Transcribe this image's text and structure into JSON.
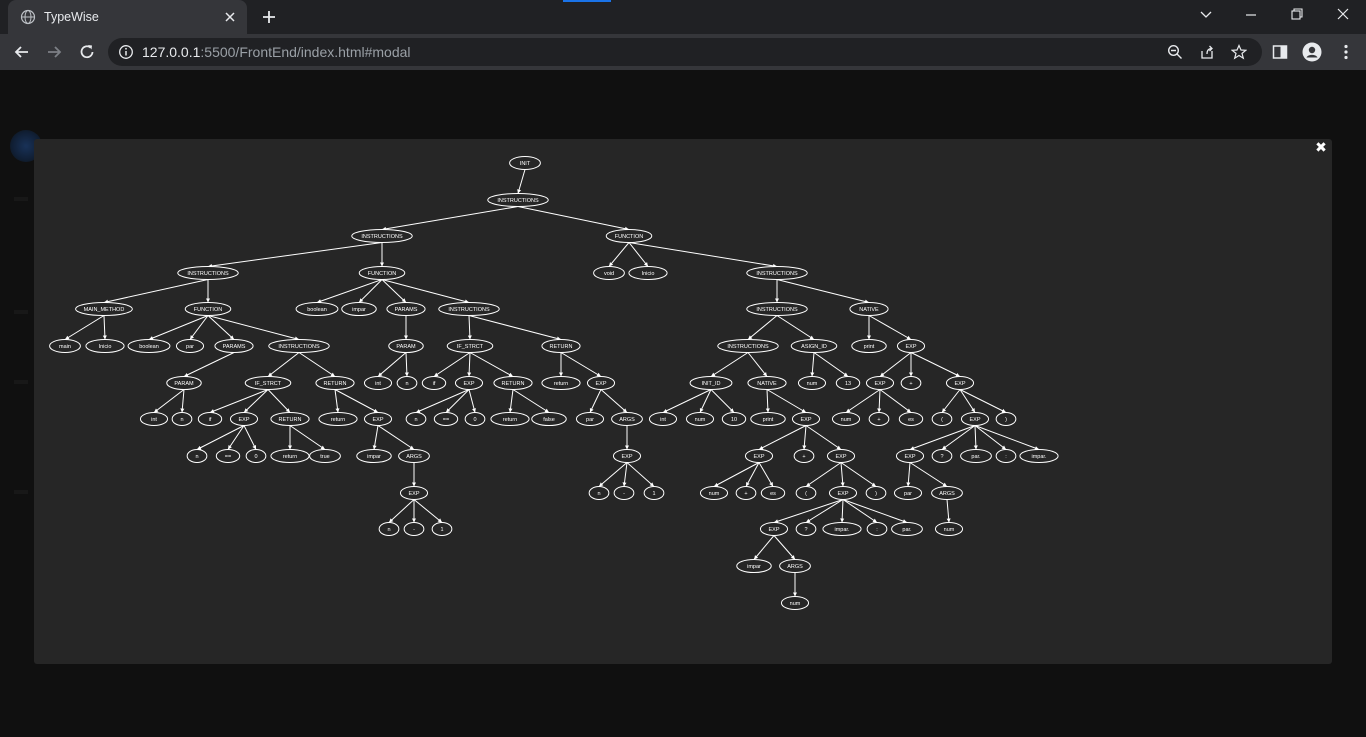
{
  "tab": {
    "title": "TypeWise",
    "favicon": "globe-icon",
    "close_icon": "close-icon"
  },
  "toolbar": {
    "url_host": "127.0.0.1",
    "url_rest": ":5500/FrontEnd/index.html#modal",
    "icons": [
      "back-arrow-icon",
      "forward-arrow-icon",
      "reload-icon",
      "info-icon",
      "zoom-icon",
      "share-icon",
      "star-icon",
      "side-panel-icon",
      "profile-icon",
      "kebab-menu-icon"
    ]
  },
  "window_controls": [
    "chevron-down-icon",
    "minimize-icon",
    "restore-icon",
    "close-icon"
  ],
  "modal": {
    "close_label": "✖"
  },
  "tree": {
    "type": "ast",
    "nodes": [
      {
        "id": 0,
        "label": "INIT",
        "parent": null
      },
      {
        "id": 1,
        "label": "INSTRUCTIONS",
        "parent": 0
      },
      {
        "id": 2,
        "label": "INSTRUCTIONS",
        "parent": 1
      },
      {
        "id": 3,
        "label": "FUNCTION",
        "parent": 1
      },
      {
        "id": 4,
        "label": "INSTRUCTIONS",
        "parent": 2
      },
      {
        "id": 5,
        "label": "FUNCTION",
        "parent": 2
      },
      {
        "id": 6,
        "label": "void",
        "parent": 3
      },
      {
        "id": 7,
        "label": "Inicio",
        "parent": 3
      },
      {
        "id": 8,
        "label": "INSTRUCTIONS",
        "parent": 3
      },
      {
        "id": 9,
        "label": "MAIN_METHOD",
        "parent": 4
      },
      {
        "id": 10,
        "label": "FUNCTION",
        "parent": 4
      },
      {
        "id": 11,
        "label": "main",
        "parent": 9
      },
      {
        "id": 12,
        "label": "Inicio",
        "parent": 9
      },
      {
        "id": 13,
        "label": "boolean",
        "parent": 10
      },
      {
        "id": 14,
        "label": "par",
        "parent": 10
      },
      {
        "id": 15,
        "label": "PARAMS",
        "parent": 10
      },
      {
        "id": 16,
        "label": "INSTRUCTIONS",
        "parent": 10
      },
      {
        "id": 17,
        "label": "PARAM",
        "parent": 15
      },
      {
        "id": 18,
        "label": "int",
        "parent": 17
      },
      {
        "id": 19,
        "label": "n",
        "parent": 17
      },
      {
        "id": 20,
        "label": "IF_STRCT",
        "parent": 16
      },
      {
        "id": 21,
        "label": "RETURN",
        "parent": 16
      },
      {
        "id": 22,
        "label": "if",
        "parent": 20
      },
      {
        "id": 23,
        "label": "EXP",
        "parent": 20
      },
      {
        "id": 24,
        "label": "RETURN",
        "parent": 20
      },
      {
        "id": 25,
        "label": "n",
        "parent": 23
      },
      {
        "id": 26,
        "label": "==",
        "parent": 23
      },
      {
        "id": 27,
        "label": "0",
        "parent": 23
      },
      {
        "id": 28,
        "label": "return",
        "parent": 24
      },
      {
        "id": 29,
        "label": "true",
        "parent": 24
      },
      {
        "id": 30,
        "label": "return",
        "parent": 21
      },
      {
        "id": 31,
        "label": "EXP",
        "parent": 21
      },
      {
        "id": 32,
        "label": "impar",
        "parent": 31
      },
      {
        "id": 33,
        "label": "ARGS",
        "parent": 31
      },
      {
        "id": 34,
        "label": "EXP",
        "parent": 33
      },
      {
        "id": 35,
        "label": "n",
        "parent": 34
      },
      {
        "id": 36,
        "label": "-",
        "parent": 34
      },
      {
        "id": 37,
        "label": "1",
        "parent": 34
      },
      {
        "id": 38,
        "label": "boolean",
        "parent": 5
      },
      {
        "id": 39,
        "label": "impar",
        "parent": 5
      },
      {
        "id": 40,
        "label": "PARAMS",
        "parent": 5
      },
      {
        "id": 41,
        "label": "INSTRUCTIONS",
        "parent": 5
      },
      {
        "id": 42,
        "label": "PARAM",
        "parent": 40
      },
      {
        "id": 43,
        "label": "int",
        "parent": 42
      },
      {
        "id": 44,
        "label": "n",
        "parent": 42
      },
      {
        "id": 45,
        "label": "IF_STRCT",
        "parent": 41
      },
      {
        "id": 46,
        "label": "RETURN",
        "parent": 41
      },
      {
        "id": 47,
        "label": "if",
        "parent": 45
      },
      {
        "id": 48,
        "label": "EXP",
        "parent": 45
      },
      {
        "id": 49,
        "label": "RETURN",
        "parent": 45
      },
      {
        "id": 50,
        "label": "n",
        "parent": 48
      },
      {
        "id": 51,
        "label": "==",
        "parent": 48
      },
      {
        "id": 52,
        "label": "0",
        "parent": 48
      },
      {
        "id": 53,
        "label": "return",
        "parent": 49
      },
      {
        "id": 54,
        "label": "false",
        "parent": 49
      },
      {
        "id": 55,
        "label": "return",
        "parent": 46
      },
      {
        "id": 56,
        "label": "EXP",
        "parent": 46
      },
      {
        "id": 57,
        "label": "par",
        "parent": 56
      },
      {
        "id": 58,
        "label": "ARGS",
        "parent": 56
      },
      {
        "id": 59,
        "label": "EXP",
        "parent": 58
      },
      {
        "id": 60,
        "label": "n",
        "parent": 59
      },
      {
        "id": 61,
        "label": "-",
        "parent": 59
      },
      {
        "id": 62,
        "label": "1",
        "parent": 59
      },
      {
        "id": 63,
        "label": "INSTRUCTIONS",
        "parent": 8
      },
      {
        "id": 64,
        "label": "NATIVE",
        "parent": 8
      },
      {
        "id": 65,
        "label": "INSTRUCTIONS",
        "parent": 63
      },
      {
        "id": 66,
        "label": "ASIGN_ID",
        "parent": 63
      },
      {
        "id": 67,
        "label": "INIT_ID",
        "parent": 65
      },
      {
        "id": 68,
        "label": "NATIVE",
        "parent": 65
      },
      {
        "id": 69,
        "label": "int",
        "parent": 67
      },
      {
        "id": 70,
        "label": "num",
        "parent": 67
      },
      {
        "id": 71,
        "label": "10",
        "parent": 67
      },
      {
        "id": 72,
        "label": "print",
        "parent": 68
      },
      {
        "id": 73,
        "label": "EXP",
        "parent": 68
      },
      {
        "id": 74,
        "label": "EXP",
        "parent": 73
      },
      {
        "id": 75,
        "label": "+",
        "parent": 73
      },
      {
        "id": 76,
        "label": "EXP",
        "parent": 73
      },
      {
        "id": 77,
        "label": "num",
        "parent": 74
      },
      {
        "id": 78,
        "label": "+",
        "parent": 74
      },
      {
        "id": 79,
        "label": "es",
        "parent": 74
      },
      {
        "id": 80,
        "label": "(",
        "parent": 76
      },
      {
        "id": 81,
        "label": "EXP",
        "parent": 76
      },
      {
        "id": 82,
        "label": ")",
        "parent": 76
      },
      {
        "id": 83,
        "label": "EXP",
        "parent": 81
      },
      {
        "id": 84,
        "label": "?",
        "parent": 81
      },
      {
        "id": 85,
        "label": "impar.",
        "parent": 81
      },
      {
        "id": 86,
        "label": ":",
        "parent": 81
      },
      {
        "id": 87,
        "label": "par.",
        "parent": 81
      },
      {
        "id": 88,
        "label": "impar",
        "parent": 83
      },
      {
        "id": 89,
        "label": "ARGS",
        "parent": 83
      },
      {
        "id": 90,
        "label": "num",
        "parent": 89
      },
      {
        "id": 91,
        "label": "num",
        "parent": 66
      },
      {
        "id": 92,
        "label": "13",
        "parent": 66
      },
      {
        "id": 93,
        "label": "print",
        "parent": 64
      },
      {
        "id": 94,
        "label": "EXP",
        "parent": 64
      },
      {
        "id": 95,
        "label": "EXP",
        "parent": 94
      },
      {
        "id": 96,
        "label": "+",
        "parent": 94
      },
      {
        "id": 97,
        "label": "EXP",
        "parent": 94
      },
      {
        "id": 98,
        "label": "num",
        "parent": 95
      },
      {
        "id": 99,
        "label": "+",
        "parent": 95
      },
      {
        "id": 100,
        "label": "es",
        "parent": 95
      },
      {
        "id": 101,
        "label": "(",
        "parent": 97
      },
      {
        "id": 102,
        "label": "EXP",
        "parent": 97
      },
      {
        "id": 103,
        "label": ")",
        "parent": 97
      },
      {
        "id": 104,
        "label": "EXP",
        "parent": 102
      },
      {
        "id": 105,
        "label": "?",
        "parent": 102
      },
      {
        "id": 106,
        "label": "par.",
        "parent": 102
      },
      {
        "id": 107,
        "label": ":",
        "parent": 102
      },
      {
        "id": 108,
        "label": "impar.",
        "parent": 102
      },
      {
        "id": 109,
        "label": "par",
        "parent": 104
      },
      {
        "id": 110,
        "label": "ARGS",
        "parent": 104
      },
      {
        "id": 111,
        "label": "num",
        "parent": 110
      }
    ]
  }
}
